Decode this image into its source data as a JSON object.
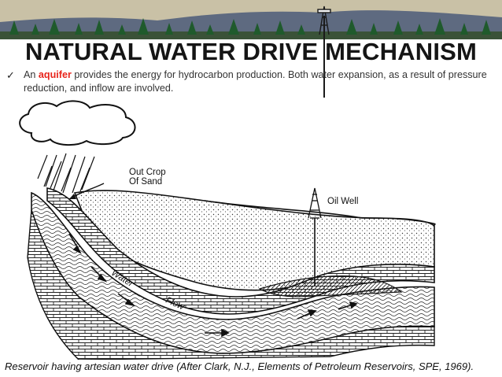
{
  "header": {
    "title": "NATURAL WATER DRIVE MECHANISM"
  },
  "bullet": {
    "lead": "An ",
    "highlight": "aquifer",
    "rest": " provides the energy for hydrocarbon production. Both water expansion, as a result of pressure reduction, and inflow are involved."
  },
  "diagram": {
    "labels": {
      "outcrop_line1": "Out Crop",
      "outcrop_line2": "Of Sand",
      "oil_well": "Oil Well",
      "water": "Water",
      "flow": "Flow"
    }
  },
  "caption": "Reservoir having artesian water drive (After Clark, N.J., Elements of Petroleum Reservoirs, SPE, 1969)."
}
